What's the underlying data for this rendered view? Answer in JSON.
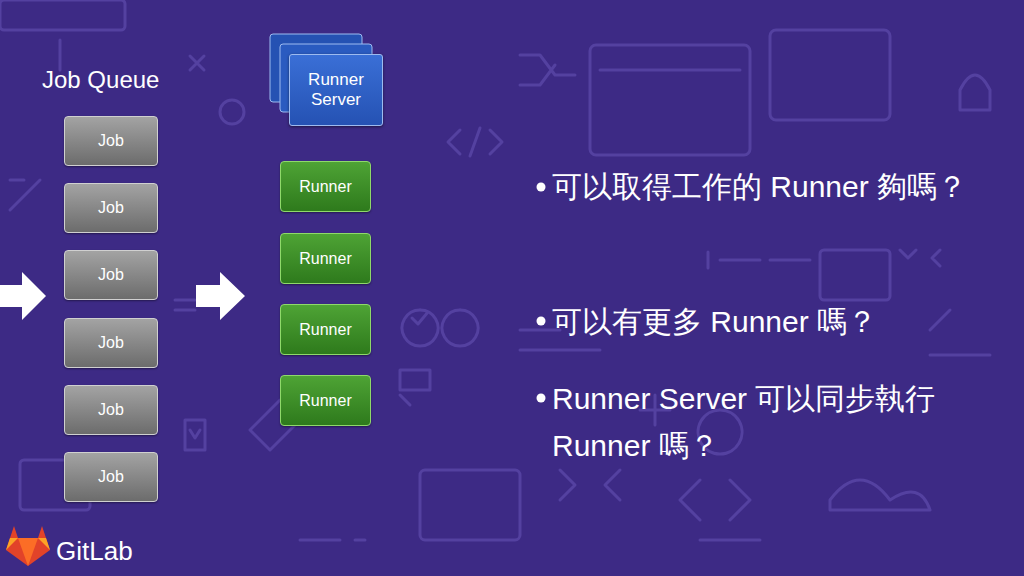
{
  "diagram": {
    "nodes": [
      {
        "text": [
          "Job"
        ]
      },
      {
        "text": [
          "Job"
        ]
      },
      {
        "text": [
          "Job"
        ]
      },
      {
        "text": [
          "Job"
        ]
      },
      {
        "text": [
          "Job"
        ]
      },
      {
        "text": [
          "Job"
        ]
      },
      {
        "text": [
          "Runner Server"
        ]
      },
      {
        "text": [
          "Runner"
        ]
      },
      {
        "text": [
          "Runner"
        ]
      },
      {
        "text": [
          "Runner"
        ]
      },
      {
        "text": [
          "Runner"
        ]
      }
    ],
    "labels": [
      "Job Queue",
      "可以取得工作的 Runner 夠嗎？",
      "可以有更多 Runner 嗎？",
      "Runner Server 可以同步執行 Runner 嗎？",
      "GitLab"
    ]
  }
}
